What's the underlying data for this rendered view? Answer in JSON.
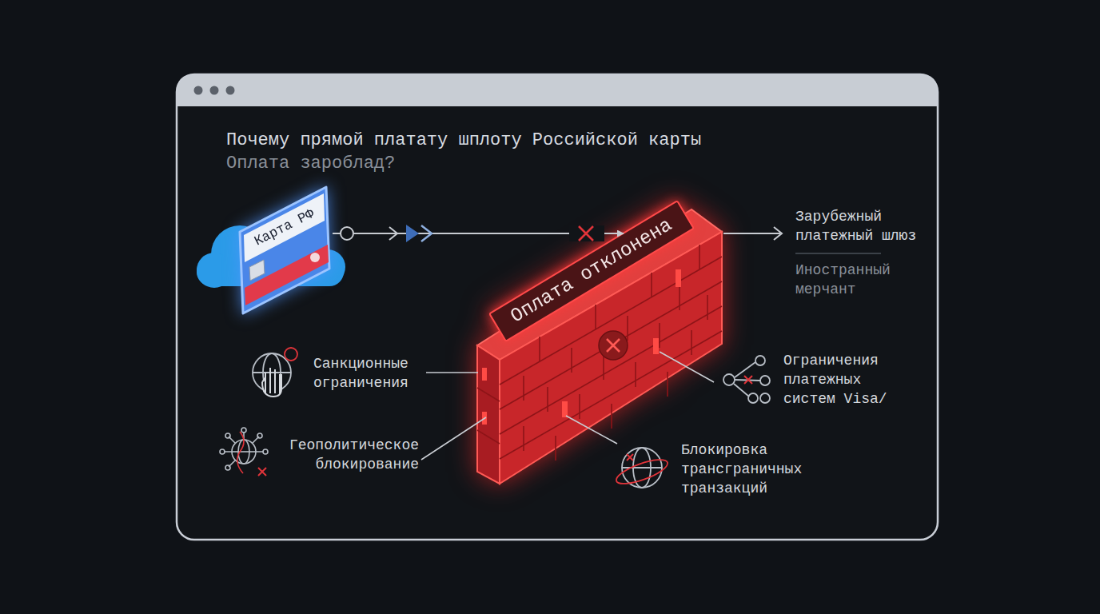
{
  "diagram": {
    "title": "Почему прямой платату шплоту Российской карты",
    "nodes": [
      {
        "text": [
          "Карта РФ"
        ]
      },
      {
        "text": [
          "Оплата отклонена"
        ]
      }
    ],
    "edges": [
      {
        "from": 0,
        "to": 1,
        "arrow": "to"
      }
    ],
    "labels": [
      "Оплата зароблад?",
      "Зарубежный платежный шлюз",
      "Иностранный мерчант",
      "Санкционные ограничения",
      "Геополитическое блокирование",
      "Ограничения платежных систем Visa/",
      "Блокировка трансграничных транзакций"
    ]
  }
}
